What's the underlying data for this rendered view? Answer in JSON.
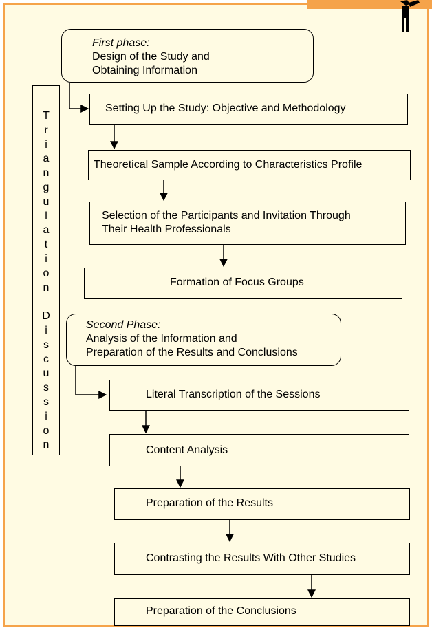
{
  "phase1": {
    "title": "First phase:",
    "lines": [
      "Design of the Study and",
      "Obtaining Information"
    ]
  },
  "phase2": {
    "title": "Second Phase:",
    "lines": [
      "Analysis of the Information and",
      "Preparation of the Results and Conclusions"
    ]
  },
  "steps": [
    "Setting Up the Study: Objective and Methodology",
    "Theoretical Sample According to Characteristics Profile",
    [
      "Selection of the Participants and Invitation Through",
      "Their Health Professionals"
    ],
    "Formation of Focus Groups",
    "Literal Transcription of the Sessions",
    "Content Analysis",
    "Preparation of the Results",
    "Contrasting the Results With Other Studies",
    "Preparation of the Conclusions"
  ],
  "side_label": {
    "letters": [
      "T",
      "r",
      "i",
      "a",
      "n",
      "g",
      "u",
      "l",
      "a",
      "t",
      "i",
      "o",
      "n",
      "",
      "D",
      "i",
      "s",
      "c",
      "u",
      "s",
      "s",
      "i",
      "o",
      "n"
    ]
  },
  "colors": {
    "frame": "#f5a34a",
    "background": "#fffbe3",
    "line": "#000000"
  }
}
